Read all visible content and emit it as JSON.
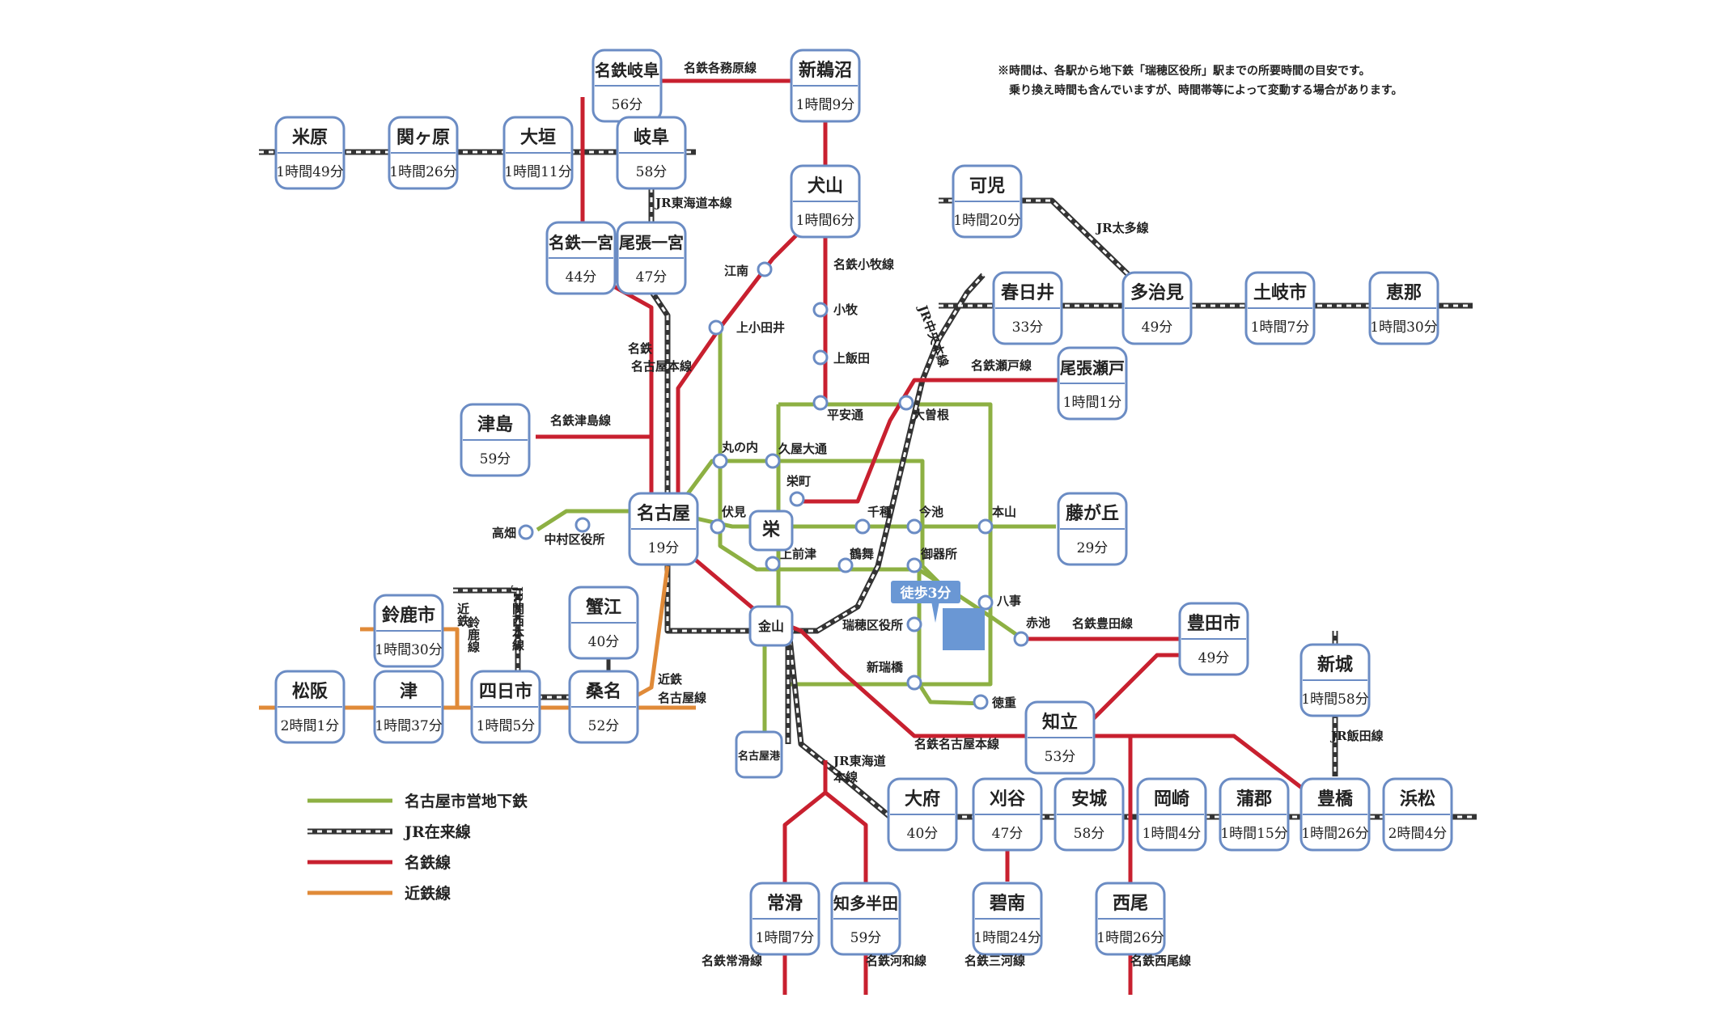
{
  "colors": {
    "subway": "#8db043",
    "jr": "#333333",
    "meitetsu": "#c8202f",
    "kintetsu": "#e08a38",
    "box_border": "#6b8cc4",
    "destination": "#6a97d4"
  },
  "note": {
    "line1": "※時間は、各駅から地下鉄「瑞穂区役所」駅までの所要時間の目安です。",
    "line2": "乗り換え時間も含んでいますが、時間帯等によって変動する場合があります。"
  },
  "walk_label": "徒歩3分",
  "legend": [
    {
      "label": "名古屋市営地下鉄",
      "kind": "subway"
    },
    {
      "label": "JR在来線",
      "kind": "jr"
    },
    {
      "label": "名鉄線",
      "kind": "meitetsu"
    },
    {
      "label": "近鉄線",
      "kind": "kintetsu"
    }
  ],
  "stations": [
    {
      "name": "名鉄岐阜",
      "time": "56分"
    },
    {
      "name": "新鵜沼",
      "time": "1時間9分"
    },
    {
      "name": "米原",
      "time": "1時間49分"
    },
    {
      "name": "関ヶ原",
      "time": "1時間26分"
    },
    {
      "name": "大垣",
      "time": "1時間11分"
    },
    {
      "name": "岐阜",
      "time": "58分"
    },
    {
      "name": "犬山",
      "time": "1時間6分"
    },
    {
      "name": "可児",
      "time": "1時間20分"
    },
    {
      "name": "名鉄一宮",
      "time": "44分"
    },
    {
      "name": "尾張一宮",
      "time": "47分"
    },
    {
      "name": "春日井",
      "time": "33分"
    },
    {
      "name": "多治見",
      "time": "49分"
    },
    {
      "name": "土岐市",
      "time": "1時間7分"
    },
    {
      "name": "恵那",
      "time": "1時間30分"
    },
    {
      "name": "尾張瀬戸",
      "time": "1時間1分"
    },
    {
      "name": "津島",
      "time": "59分"
    },
    {
      "name": "名古屋",
      "time": "19分"
    },
    {
      "name": "藤が丘",
      "time": "29分"
    },
    {
      "name": "蟹江",
      "time": "40分"
    },
    {
      "name": "鈴鹿市",
      "time": "1時間30分"
    },
    {
      "name": "豊田市",
      "time": "49分"
    },
    {
      "name": "新城",
      "time": "1時間58分"
    },
    {
      "name": "松阪",
      "time": "2時間1分"
    },
    {
      "name": "津",
      "time": "1時間37分"
    },
    {
      "name": "四日市",
      "time": "1時間5分"
    },
    {
      "name": "桑名",
      "time": "52分"
    },
    {
      "name": "知立",
      "time": "53分"
    },
    {
      "name": "大府",
      "time": "40分"
    },
    {
      "name": "刈谷",
      "time": "47分"
    },
    {
      "name": "安城",
      "time": "58分"
    },
    {
      "name": "岡崎",
      "time": "1時間4分"
    },
    {
      "name": "蒲郡",
      "time": "1時間15分"
    },
    {
      "name": "豊橋",
      "time": "1時間26分"
    },
    {
      "name": "浜松",
      "time": "2時間4分"
    },
    {
      "name": "常滑",
      "time": "1時間7分"
    },
    {
      "name": "知多半田",
      "time": "59分"
    },
    {
      "name": "碧南",
      "time": "1時間24分"
    },
    {
      "name": "西尾",
      "time": "1時間26分"
    }
  ],
  "small_boxes": [
    {
      "name": "栄"
    },
    {
      "name": "金山"
    },
    {
      "name": "名古屋港"
    }
  ],
  "stops": [
    "江南",
    "上小田井",
    "小牧",
    "上飯田",
    "平安通",
    "大曽根",
    "丸の内",
    "久屋大通",
    "栄町",
    "伏見",
    "千種",
    "今池",
    "本山",
    "上前津",
    "鶴舞",
    "御器所",
    "八事",
    "瑞穂区役所",
    "新瑞橋",
    "徳重",
    "赤池",
    "高畑",
    "中村区役所"
  ],
  "line_labels": [
    "名鉄各務原線",
    "JR東海道本線",
    "名鉄小牧線",
    "JR太多線",
    "名鉄",
    "名古屋本線",
    "JR中央本線",
    "名鉄瀬戸線",
    "名鉄津島線",
    "名鉄豊田線",
    "近鉄",
    "鈴鹿線",
    "JR関西本線",
    "近鉄",
    "名古屋線",
    "JR飯田線",
    "名鉄名古屋本線",
    "JR東海道",
    "本線",
    "名鉄常滑線",
    "名鉄河和線",
    "名鉄三河線",
    "名鉄西尾線"
  ]
}
